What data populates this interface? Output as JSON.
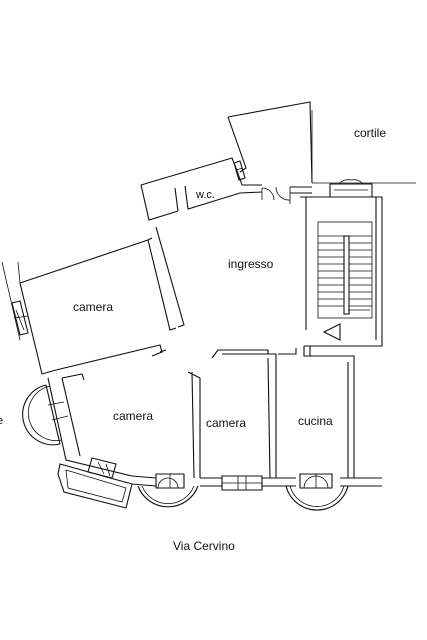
{
  "labels": {
    "cortile": "cortile",
    "wc": "w.c.",
    "ingresso": "ingresso",
    "camera_nw": "camera",
    "camera_sw": "camera",
    "camera_mid": "camera",
    "cucina": "cucina",
    "street": "Via Cervino",
    "edge": "e"
  }
}
